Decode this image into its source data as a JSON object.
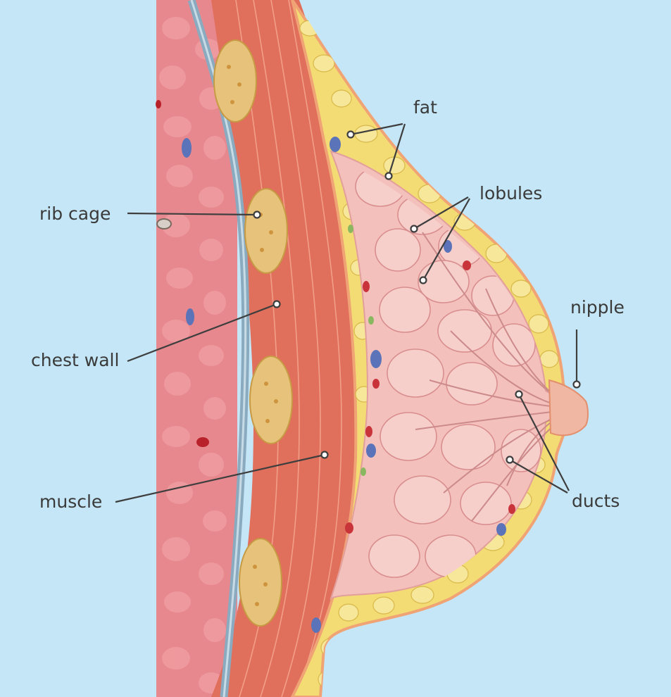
{
  "diagram": {
    "colors": {
      "background": "#c5e6f6",
      "internal_tissue": "#e7888f",
      "membrane": "#8aaabf",
      "rib": "#e6c27a",
      "muscle": "#e06f5c",
      "fat": "#f3dc73",
      "lobule_area": "#f3c0bc",
      "skin": "#f0a374",
      "label_text": "#3a3a3a",
      "leader_line": "#3e3e3e"
    },
    "labels": {
      "fat": "fat",
      "lobules": "lobules",
      "rib_cage": "rib cage",
      "nipple": "nipple",
      "chest_wall": "chest wall",
      "muscle": "muscle",
      "ducts": "ducts"
    }
  }
}
